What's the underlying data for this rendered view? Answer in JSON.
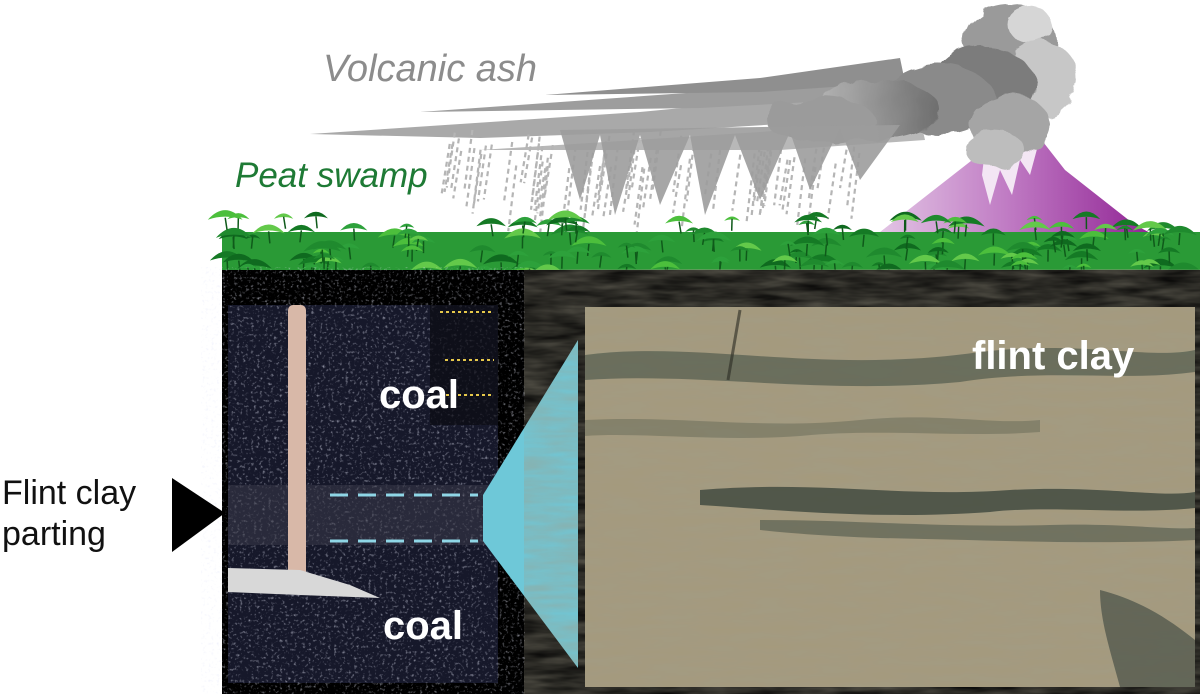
{
  "labels": {
    "volcanic_ash": "Volcanic ash",
    "peat_swamp": "Peat swamp",
    "side_line1": "Flint clay",
    "side_line2": "parting",
    "coal_upper": "coal",
    "coal_lower": "coal",
    "flint_clay": "flint clay"
  },
  "colors": {
    "ash_text": "#8c8c8c",
    "swamp_text": "#1e7a35",
    "volcano": "#9b2f9e",
    "connector": "#6ec8d8",
    "frame": "#000000",
    "photo_bg": "#a59a7c",
    "coal_bg": "#16182a",
    "dashed_line": "#8fd6e6"
  }
}
